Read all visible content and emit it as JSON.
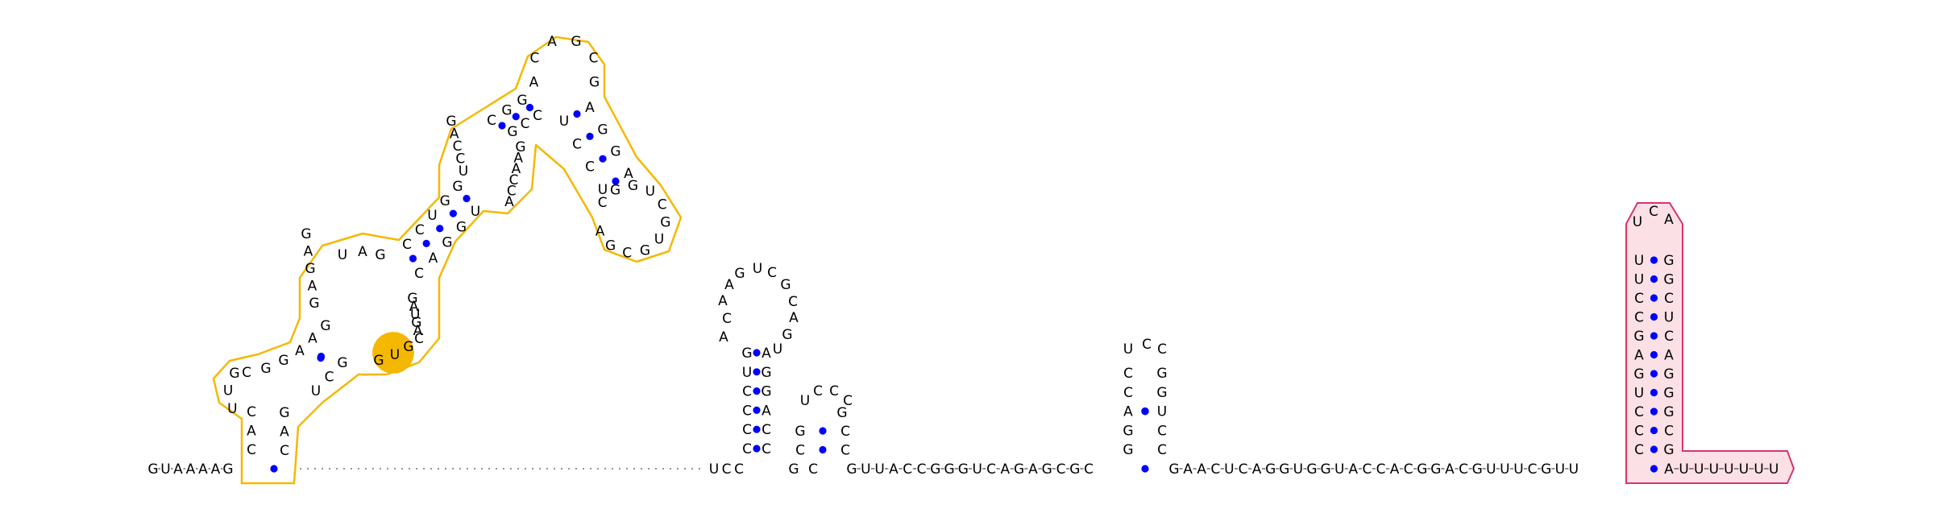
{
  "colors": {
    "pair_dot": "#0000ff",
    "highlight_orange": "#f5b800",
    "highlight_pink_stroke": "#d9336b",
    "highlight_pink_fill": "#fbe0e6"
  },
  "left_tail": "GUAAAAG",
  "after_gap_prefix": "UCC",
  "middle_linker": "GUUACCGGGUCAGAGCGC",
  "right_linker": "GAACUCAGGUGGUACCACGGACGUUUCGUU",
  "right_tail": "AUUUUUUU",
  "hairpin_a": {
    "stem_left": "CCCCUG",
    "loop": "ACAAGUCGCAGU",
    "stem_right": "AGGACC"
  },
  "hairpin_b": {
    "stem_left": "CG",
    "loop": "UCCCG",
    "stem_right": "CC"
  },
  "hairpin_c": {
    "stem_left": "GGACC",
    "loop": "UCC",
    "stem_right": "GGUCC"
  },
  "hairpin_pink": {
    "stem_left": "CCCUGAGCCUU",
    "loop": "UCA",
    "stem_right": "GGCUCAGGGCG"
  },
  "orange_structure": {
    "s1_left": "CAC",
    "s1_right": "GAC",
    "i1_left": "UUG",
    "i1_top": "CGG",
    "s2_left": "AAG",
    "s2_right": "UCG",
    "orange_run": "GUG",
    "big_loop_left": "GAGAG",
    "big_loop_top": "UAG",
    "big_loop_right": "CAGUAG",
    "s3_left": "CCUGG",
    "s3_right": "CAGGU",
    "mid_loop_left": "UCCAG",
    "mid_loop_right": "ACCAAG",
    "s4_left": "CGG",
    "s4_right": "GCC",
    "top_loop": "ACAGCG",
    "s5_left": "AGGA",
    "s5_right": "UCCU",
    "bottom_loop": "CGGUCGUGCGA"
  }
}
